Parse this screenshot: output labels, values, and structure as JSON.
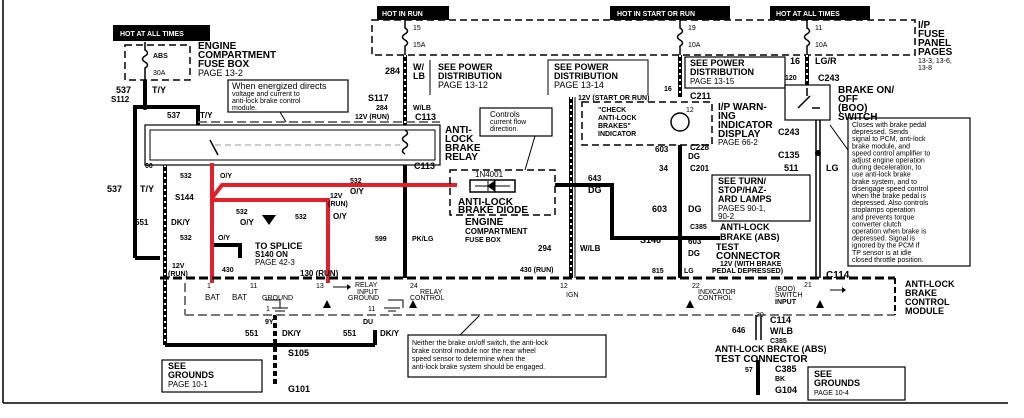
{
  "colors": {
    "highlight": "#e0202a",
    "ink": "#000000",
    "background": "#ffffff"
  },
  "power": {
    "hot_at_all_times_left": "HOT AT ALL TIMES",
    "hot_in_run": "HOT IN RUN",
    "hot_in_start_or_run": "HOT IN START OR RUN",
    "hot_at_all_times_right": "HOT AT ALL TIMES"
  },
  "engine_fuse_box": {
    "fuse_name": "ABS",
    "fuse_rating": "30A",
    "title": [
      "ENGINE",
      "COMPARTMENT",
      "FUSE BOX",
      "PAGE 13-2"
    ]
  },
  "ip_fuse_panel": {
    "title": [
      "I/P",
      "FUSE",
      "PANEL",
      "PAGES",
      "13-3, 13-6,",
      "13-8"
    ],
    "fuses": [
      {
        "number": "15",
        "rating": "15A"
      },
      {
        "number": "19",
        "rating": "10A"
      },
      {
        "number": "11",
        "rating": "10A"
      }
    ]
  },
  "refs": {
    "power_13_12": [
      "SEE POWER",
      "DISTRIBUTION",
      "PAGE 13-12"
    ],
    "power_13_14": [
      "SEE POWER",
      "DISTRIBUTION",
      "PAGE 13-14"
    ],
    "power_13_15": [
      "SEE POWER",
      "DISTRIBUTION",
      "PAGE 13-15"
    ],
    "turn_lamps": [
      "SEE TURN/",
      "STOP/HAZ-",
      "ARD LAMPS",
      "PAGES 90-1,",
      "90-2"
    ],
    "grounds_10_1": [
      "SEE",
      "GROUNDS",
      "PAGE 10-1"
    ],
    "grounds_10_4": [
      "SEE",
      "GROUNDS",
      "PAGE 10-4"
    ],
    "splice": [
      "TO SPLICE",
      "S140 ON",
      "PAGE 42-3"
    ]
  },
  "notes": {
    "relay": [
      "When energized directs",
      "voltage and current to",
      "anti-lock brake control",
      "module."
    ],
    "diode": [
      "Controls",
      "current flow",
      "direction."
    ],
    "switch": [
      "Closes with brake pedal",
      "depressed. Sends",
      "signal to PCM, anti-lock",
      "brake module, and",
      "speed control amplifier to",
      "adjust engine operation",
      "during deceleration, to",
      "use anti-lock brake",
      "brake system, and to",
      "disengage speed control",
      "when the brake pedal is",
      "depressed. Also controls",
      "stoplamps operation",
      "and prevents torque",
      "converter clutch",
      "operation when brake is",
      "depressed. Signal is",
      "ignored by the PCM if",
      "TP sensor is at idle",
      "closed throttle position."
    ],
    "module": [
      "Neither the brake on/off switch, the anti-lock",
      "brake control module nor the rear wheel",
      "speed sensor to determine when the",
      "anti-lock brake system should be engaged."
    ]
  },
  "components": {
    "relay": [
      "ANTI-",
      "LOCK",
      "BRAKE",
      "RELAY"
    ],
    "diode_part": "1N4001",
    "diode": [
      "ANTI-LOCK",
      "BRAKE DIODE"
    ],
    "diode_location": [
      "ENGINE",
      "COMPARTMENT",
      "FUSE BOX"
    ],
    "indicator": [
      "\"CHECK",
      "ANTI-LOCK",
      "BRAKES\"",
      "INDICATOR"
    ],
    "ip_display": [
      "I/P WARN-",
      "ING",
      "INDICATOR",
      "DISPLAY",
      "PAGE 66-2"
    ],
    "boo_switch": [
      "BRAKE ON/",
      "OFF",
      "(BOO)",
      "SWITCH"
    ],
    "test_conn_upper": [
      "ANTI-LOCK",
      "BRAKE (ABS)",
      "TEST",
      "CONNECTOR",
      "12V (WITH BRAKE",
      "PEDAL DEPRESSED)"
    ],
    "module": [
      "ANTI-LOCK",
      "BRAKE",
      "CONTROL",
      "MODULE"
    ],
    "test_conn_lower": [
      "ANTI-LOCK BRAKE (ABS)",
      "TEST  CONNECTOR"
    ]
  },
  "pins": {
    "bat1": "1",
    "bat1_label": "BAT",
    "bat2": "11",
    "bat2_label": "BAT",
    "ground": "GROUND",
    "ground_pin": "1",
    "relay_input_pin": "13",
    "relay_input": [
      "RELAY",
      "INPUT",
      "GROUND"
    ],
    "relay_input_gnd_pin": "11",
    "relay_control_pin": "24",
    "relay_control": [
      "RELAY",
      "CONTROL"
    ],
    "ign_pin": "12",
    "ign": "IGN",
    "indicator_pin": "22",
    "indicator": [
      "INDICATOR",
      "CONTROL"
    ],
    "switch_input": [
      "(BOO)",
      "SWITCH",
      "INPUT"
    ],
    "switch_pin": "21",
    "test_pin": "20"
  },
  "wires": {
    "w537a": "537",
    "s112": "S112",
    "ty1": "T/Y",
    "w537b": "537",
    "ty2": "T/Y",
    "w537c": "537",
    "ty3": "T/Y",
    "w284a": "284",
    "wlb_a": [
      "W/",
      "LB"
    ],
    "s117": "S117",
    "w284b": "284",
    "wlb_b": "W/LB",
    "run12_a": "12V (RUN)",
    "c113a": "C113",
    "pin60": "60",
    "c113b": "C113",
    "w532a": "532",
    "oy_a": "O/Y",
    "s144": "S144",
    "w532b": "532",
    "oy_b": "O/Y",
    "w532c": "532",
    "oy_c": "O/Y",
    "w532d": "532",
    "oy_d": "O/Y",
    "w532e": "532",
    "oy_e": "O/Y",
    "w551": "551",
    "dky_a": "DK/Y",
    "run12_b": [
      "12V",
      "(RUN)"
    ],
    "w599": "599",
    "pklg": "PK/LG",
    "run12_c": "12V",
    "run12_c2": "(RUN)",
    "w430a": "430",
    "run12_d": "12V (RUN)",
    "w430b": "130 (RUN)",
    "w643": "643",
    "dg_a": "DG",
    "w294": "294",
    "wlb_c": "W/LB",
    "w430c": "430 (RUN)",
    "w603a": "603",
    "dg_b": "DG",
    "w34": "34",
    "c201": "C201",
    "c228": "C228",
    "w603b": "603",
    "dg_c": "DG",
    "s146": "S146",
    "w603c": "603",
    "dg_d": "DG",
    "c385a": "C385",
    "w815": "815",
    "lg_a": "LG",
    "pin16a": "16",
    "lgr": "LG/R",
    "pin120": "120",
    "c243a": "C243",
    "pin16b": "16",
    "run12_e": "12V (START OR RUN)",
    "c211": "C211",
    "pin12": "12",
    "c243b": "C243",
    "c135": "C135",
    "w511": "511",
    "lg_b": "LG",
    "c114a": "C114",
    "pin9y": "9Y",
    "pindu": "DU",
    "w551b": "551",
    "dky_b": "DK/Y",
    "w551c": "551",
    "dky_c": "DK/Y",
    "s105": "S105",
    "g101": "G101",
    "c114b": "C114",
    "w646": "646",
    "wlb_d": "W/LB",
    "c385b": "C385",
    "c385c": "C385",
    "w57": "57",
    "bk": "BK",
    "g104": "G104"
  }
}
